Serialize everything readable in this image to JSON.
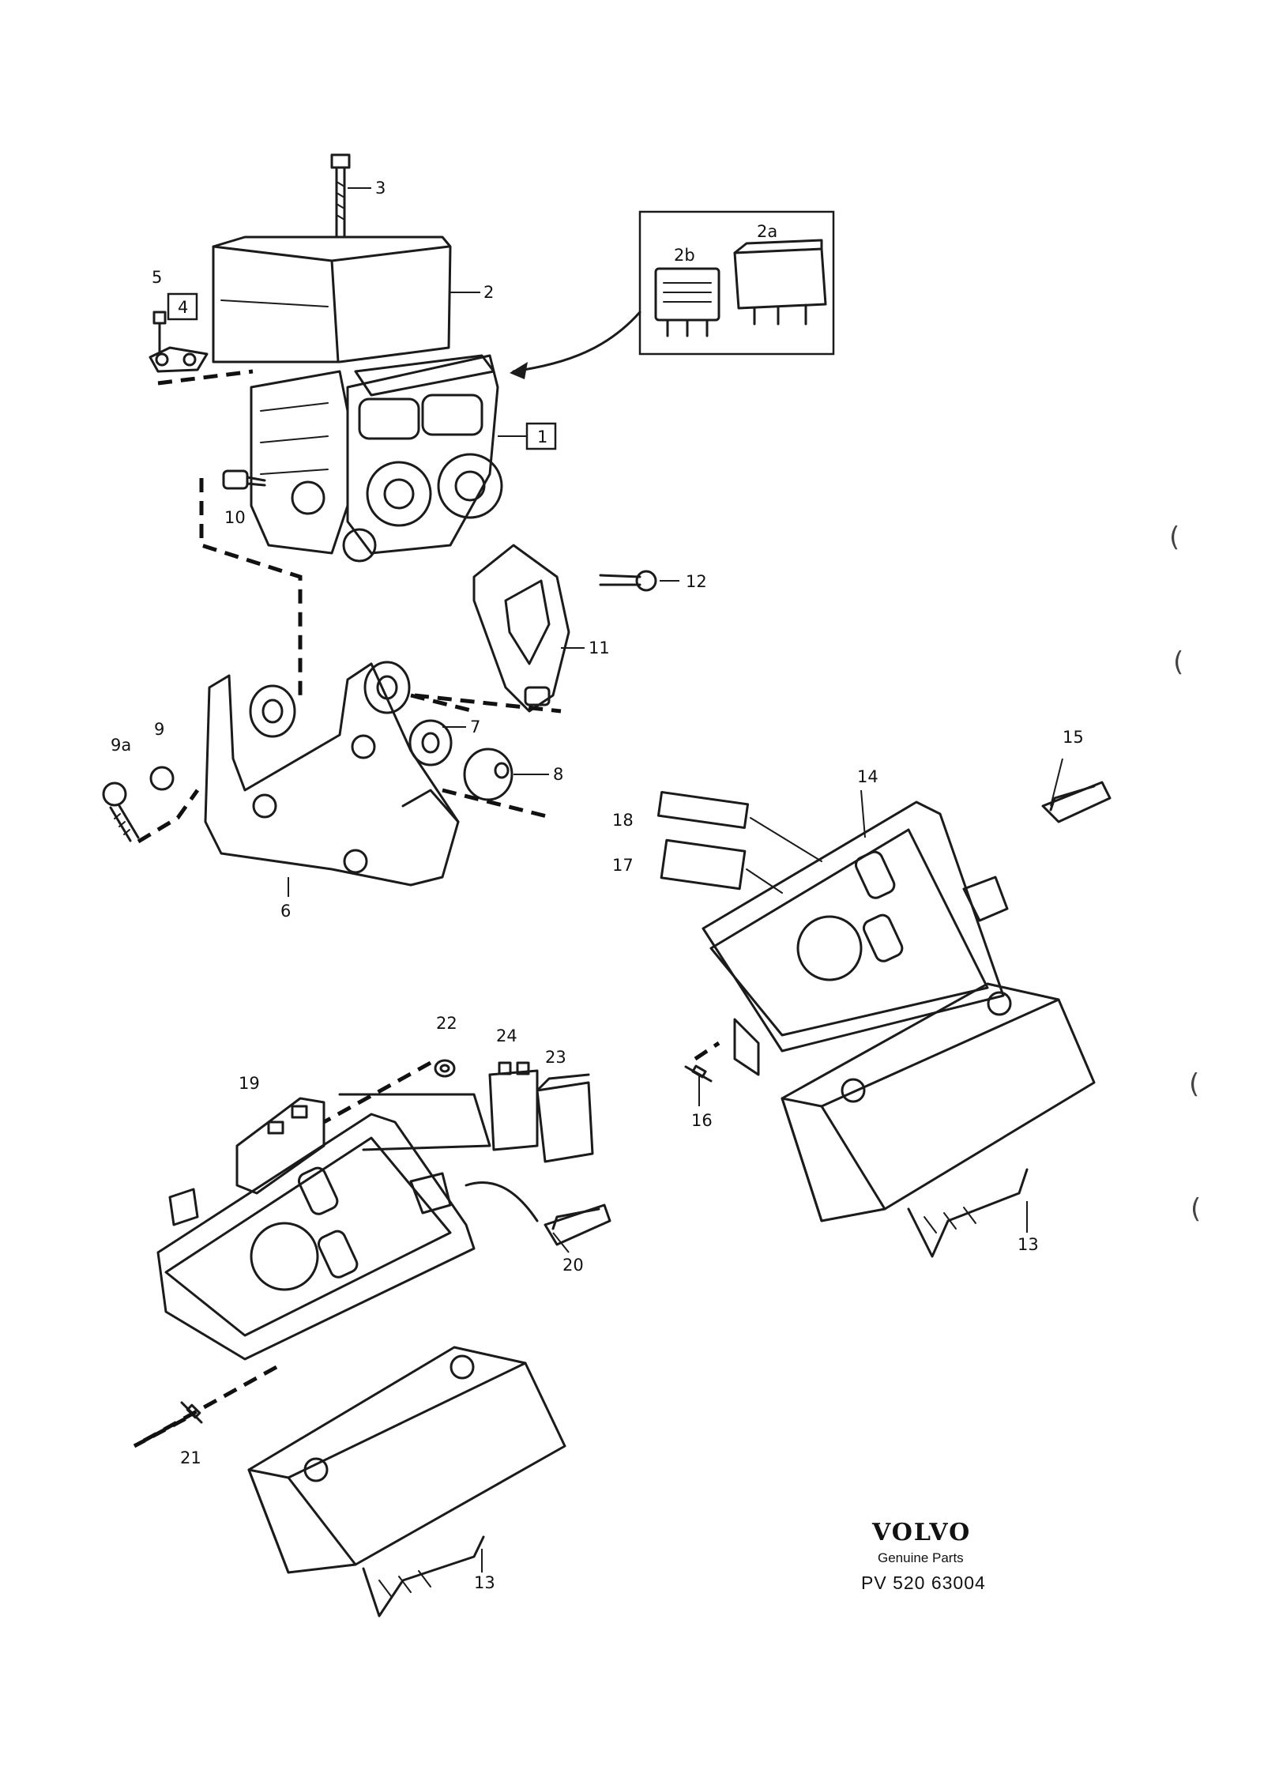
{
  "callouts": {
    "c1": "1",
    "c2": "2",
    "c2a": "2a",
    "c2b": "2b",
    "c3": "3",
    "c4": "4",
    "c5": "5",
    "c6": "6",
    "c7": "7",
    "c8": "8",
    "c9": "9",
    "c9a": "9a",
    "c10": "10",
    "c11": "11",
    "c12": "12",
    "c13a": "13",
    "c13b": "13",
    "c14": "14",
    "c15": "15",
    "c16": "16",
    "c17": "17",
    "c18": "18",
    "c19": "19",
    "c20": "20",
    "c21": "21",
    "c22": "22",
    "c23": "23",
    "c24": "24"
  },
  "brand": {
    "logo_text": "VOLVO",
    "subtitle": "Genuine Parts",
    "code": "PV  520 63004"
  },
  "margin": {
    "mark1": "(",
    "mark2": "(",
    "mark3": "(",
    "mark4": "("
  }
}
